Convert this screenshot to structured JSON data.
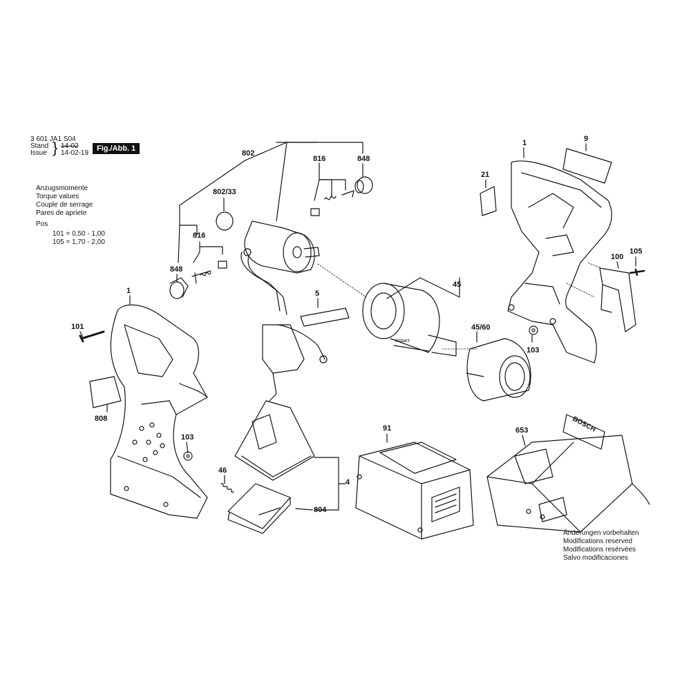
{
  "header": {
    "part_no": "3 601 JA1 S04",
    "stand_label": "Stand",
    "issue_label": "Issue",
    "stand_date": "14-02",
    "issue_date": "14-02-19",
    "figure_label": "Fig./Abb. 1"
  },
  "torque": {
    "lines": [
      "Anzugsmomente",
      "Torque values",
      "Couple de serrage",
      "Pares de apriete"
    ],
    "pos_label": "Pos",
    "values": [
      "101 =  0,50 - 1,00",
      "105 =  1,70 - 2,00"
    ]
  },
  "notes": [
    "Änderungen vorbehalten",
    "Modifications reserved",
    "Modifications resérvées",
    "Salvo modificaciones"
  ],
  "callouts": {
    "c802": "802",
    "c816a": "816",
    "c848a": "848",
    "c802_33": "802/33",
    "c816b": "816",
    "c848b": "848",
    "c1a": "1",
    "c101": "101",
    "c5": "5",
    "c808": "808",
    "c103a": "103",
    "c46": "46",
    "c804": "804",
    "c4": "4",
    "c45": "45",
    "c45_60": "45/60",
    "c103b": "103",
    "c91": "91",
    "c653": "653",
    "c1b": "1",
    "c9": "9",
    "c21": "21",
    "c100": "100",
    "c105": "105"
  },
  "brand": {
    "impact_text": "impact",
    "charger_brand": "BOSCH"
  }
}
